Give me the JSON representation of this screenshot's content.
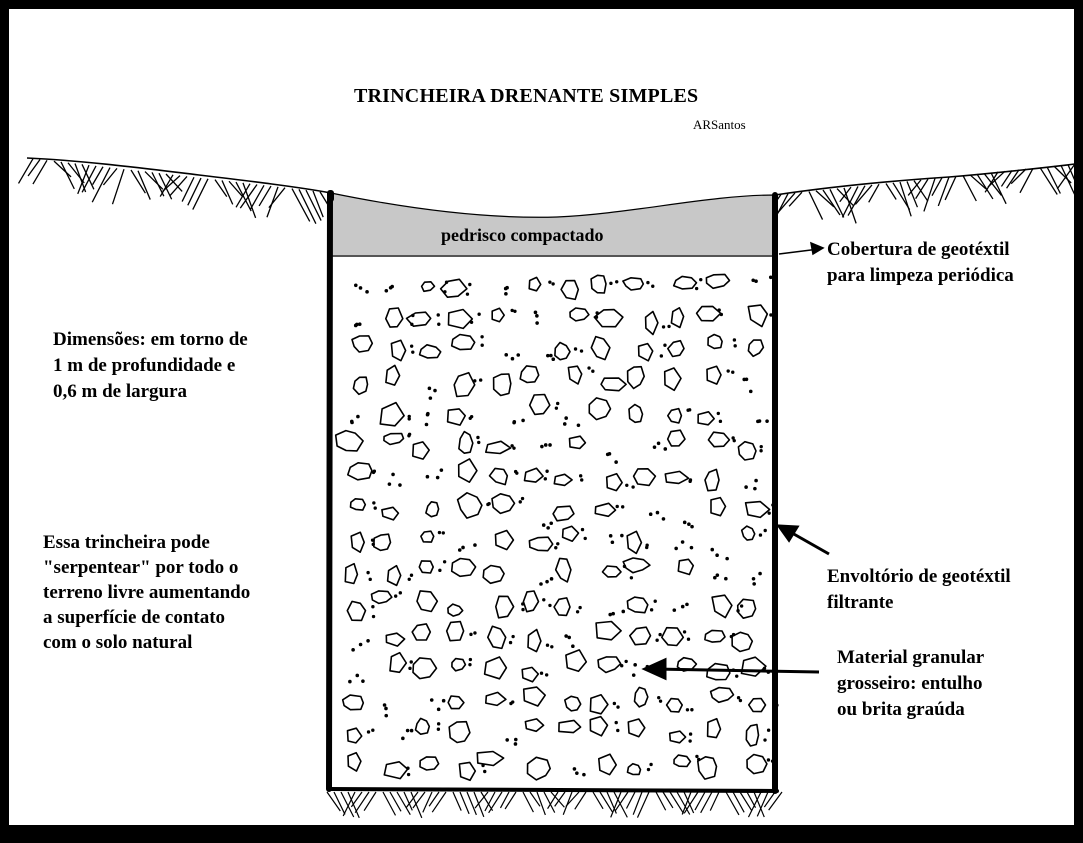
{
  "title": "TRINCHEIRA DRENANTE SIMPLES",
  "author": "ARSantos",
  "labels": {
    "gravel_cap": "pedrisco compactado",
    "geotextile_cover_line1": "Cobertura de geotéxtil",
    "geotextile_cover_line2": "para limpeza periódica",
    "dimensions_line1": "Dimensões: em torno de",
    "dimensions_line2": "1 m de profundidade e",
    "dimensions_line3": "0,6 m de largura",
    "serpentine_line1": "Essa trincheira pode",
    "serpentine_line2": "\"serpentear\" por todo o",
    "serpentine_line3": "terreno livre aumentando",
    "serpentine_line4": "a superfície de contato",
    "serpentine_line5": "com o solo natural",
    "envelope_line1": "Envoltório de geotéxtil",
    "envelope_line2": "filtrante",
    "material_line1": "Material granular",
    "material_line2": "grosseiro: entulho",
    "material_line3": "ou brita graúda"
  },
  "colors": {
    "gravel_cap_fill": "#c8c8c8",
    "ink": "#000000",
    "frame": "#000000"
  }
}
